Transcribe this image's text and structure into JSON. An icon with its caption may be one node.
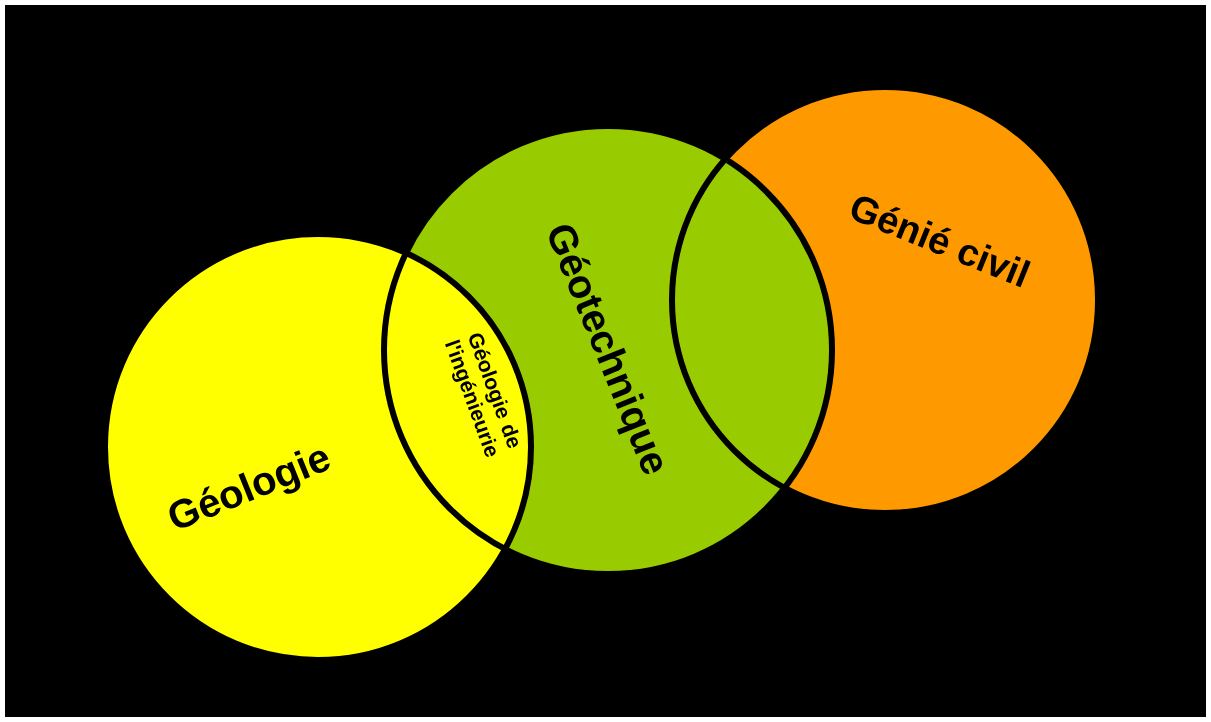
{
  "diagram": {
    "nodes": [
      {
        "text": [
          "Géologie"
        ]
      },
      {
        "text": [
          "Géotechnique"
        ]
      },
      {
        "text": [
          "Génié civil"
        ]
      }
    ],
    "labels": [
      "Géologie de l'ingénieurie"
    ]
  }
}
